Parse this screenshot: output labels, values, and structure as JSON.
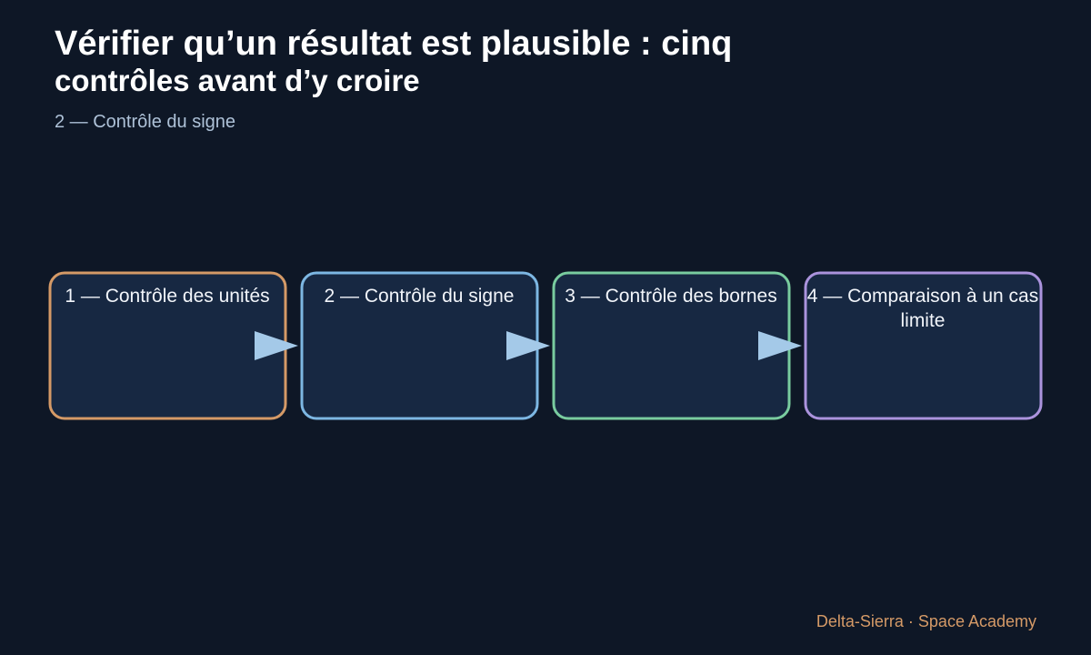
{
  "header": {
    "title_line1": "Vérifier qu’un résultat est plausible : cinq",
    "title_line2": "contrôles avant d’y croire",
    "subtitle": "2 — Contrôle du signe"
  },
  "steps": [
    {
      "label": "1 — Contrôle des unités",
      "border_color": "#d59a67"
    },
    {
      "label": "2 — Contrôle du signe",
      "border_color": "#7db7e3"
    },
    {
      "label": "3 — Contrôle des bornes",
      "border_color": "#79cc9f"
    },
    {
      "label": "4 — Comparaison à un cas limite",
      "border_color": "#ab93dd"
    }
  ],
  "colors": {
    "background": "#0e1726",
    "box_fill": "#172842",
    "arrow": "#a4c9e8"
  },
  "footer": {
    "credit": "Delta-Sierra · Space Academy"
  }
}
